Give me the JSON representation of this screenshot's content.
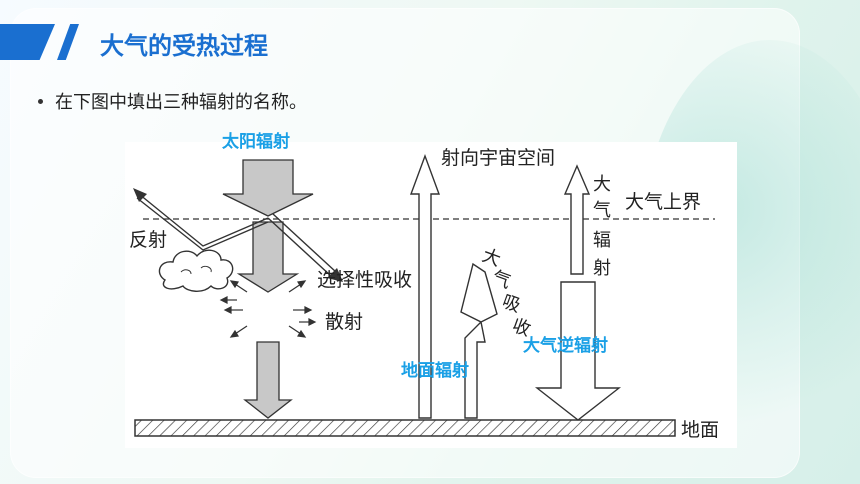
{
  "title": "大气的受热过程",
  "bullet_text": "在下图中填出三种辐射的名称。",
  "answers": {
    "solar": "太阳辐射",
    "ground": "地面辐射",
    "atmos_back": "大气逆辐射"
  },
  "diagram_labels": {
    "to_space": "射向宇宙空间",
    "upper_boundary": "大气上界",
    "atmos_radiation": [
      "大",
      "气",
      "辐",
      "射"
    ],
    "reflection": "反射",
    "selective_absorption": "选择性吸收",
    "scatter": "散射",
    "atmos_absorb": [
      "大",
      "气",
      "吸",
      "收"
    ],
    "ground": "地面"
  },
  "colors": {
    "accent": "#1a6fd0",
    "answer": "#1aa0e6",
    "arrow_fill": "#c8c8c8"
  }
}
